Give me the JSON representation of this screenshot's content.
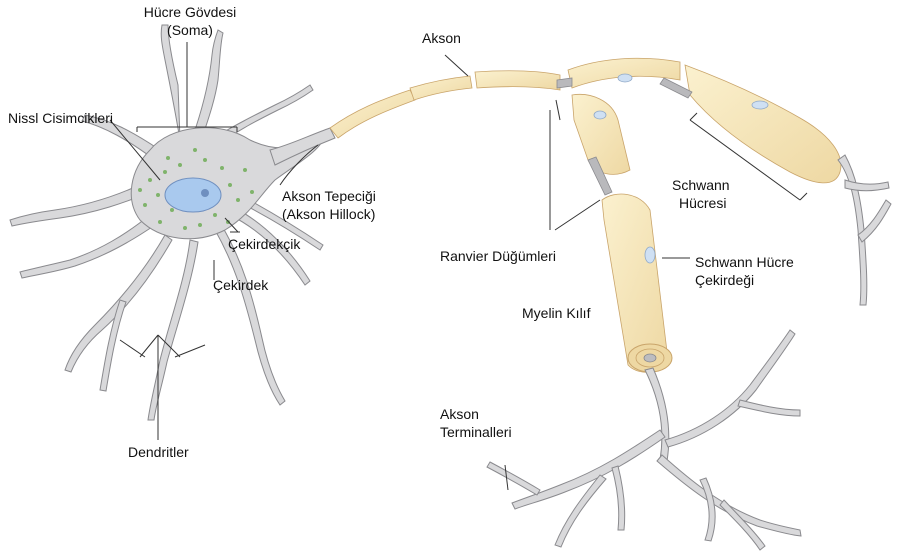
{
  "labels": {
    "soma_line1": "Hücre Gövdesi",
    "soma_line2": "(Soma)",
    "nissl": "Nissl Cisimcikleri",
    "akson": "Akson",
    "hillock_line1": "Akson Tepeciği",
    "hillock_line2": "(Akson Hillock)",
    "nucleolus": "Çekirdekçik",
    "nucleus": "Çekirdek",
    "dendrites": "Dendritler",
    "ranvier": "Ranvier Düğümleri",
    "myelin": "Myelin Kılıf",
    "schwann_line1": "Schwann",
    "schwann_line2": "Hücresi",
    "schwann_nucleus_line1": "Schwann Hücre",
    "schwann_nucleus_line2": "Çekirdeği",
    "terminals_line1": "Akson",
    "terminals_line2": "Terminalleri"
  },
  "colors": {
    "cell_fill": "#d9d9db",
    "cell_stroke": "#8a8a8e",
    "myelin_fill": "#f5e6b8",
    "myelin_edge": "#e8c39a",
    "nucleus_fill": "#a9c9ee",
    "nissl_dots": "#7fb36b"
  }
}
